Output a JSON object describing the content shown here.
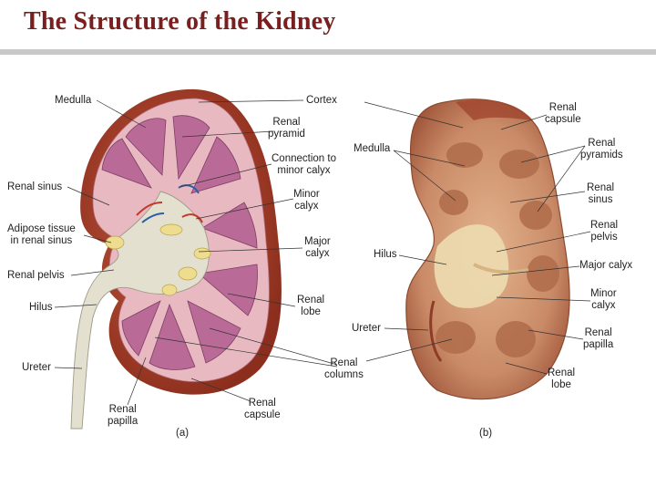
{
  "slide": {
    "title": "The Structure of the Kidney"
  },
  "panel_a": {
    "tag": "(a)",
    "labels": {
      "medulla": "Medulla",
      "cortex": "Cortex",
      "renal_pyramid": "Renal\npyramid",
      "connection_minor_calyx": "Connection to\nminor calyx",
      "renal_sinus": "Renal sinus",
      "minor_calyx": "Minor\ncalyx",
      "adipose_tissue": "Adipose tissue\nin renal sinus",
      "major_calyx": "Major\ncalyx",
      "renal_pelvis": "Renal pelvis",
      "hilus": "Hilus",
      "renal_lobe": "Renal\nlobe",
      "ureter": "Ureter",
      "renal_columns": "Renal\ncolumns",
      "renal_papilla": "Renal\npapilla",
      "renal_capsule": "Renal\ncapsule"
    }
  },
  "panel_b": {
    "tag": "(b)",
    "labels": {
      "renal_capsule": "Renal\ncapsule",
      "medulla": "Medulla",
      "renal_pyramids": "Renal\npyramids",
      "renal_sinus": "Renal\nsinus",
      "hilus": "Hilus",
      "renal_pelvis": "Renal\npelvis",
      "major_calyx": "Major calyx",
      "minor_calyx": "Minor\ncalyx",
      "ureter": "Ureter",
      "renal_papilla": "Renal\npapilla",
      "renal_lobe": "Renal\nlobe"
    }
  },
  "colors": {
    "title": "#7a1f1f",
    "cortex": "#e9b9c1",
    "pyramid": "#b96a97",
    "capsule": "#a8432c",
    "sinus": "#e4e0cf",
    "fat": "#eedc8f",
    "specimen": "#c98a67"
  }
}
